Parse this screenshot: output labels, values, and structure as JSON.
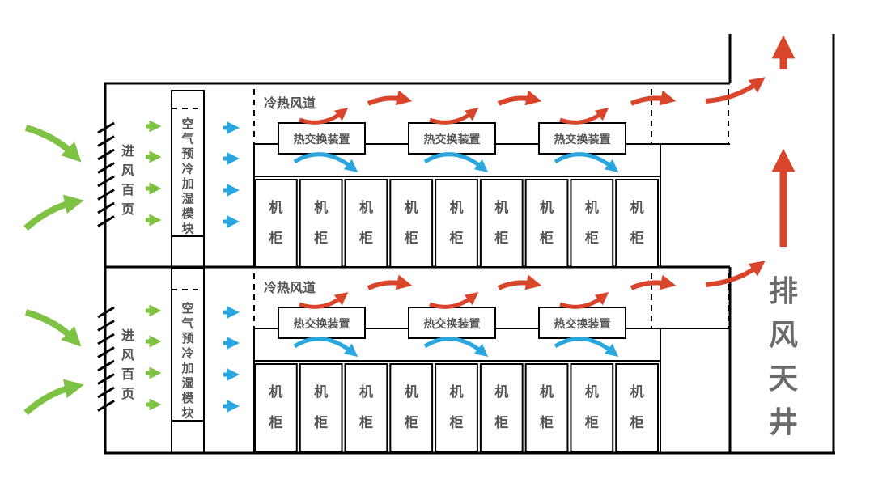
{
  "colors": {
    "intake_arrow": "#7dc242",
    "cool_arrow": "#2aa6df",
    "hot_arrow": "#d9452b",
    "label": "#6b6b6b",
    "wall": "#000000"
  },
  "rows": [
    {
      "intake_louver": "进风百页",
      "precool_module": "空气预冷加湿模块",
      "duct_label": "冷热风道",
      "heat_exchangers": [
        "热交换装置",
        "热交换装置",
        "热交换装置"
      ],
      "cabinet_top": "机",
      "cabinet_bottom": "柜",
      "cabinet_count": 9
    },
    {
      "intake_louver": "进风百页",
      "precool_module": "空气预冷加湿模块",
      "duct_label": "冷热风道",
      "heat_exchangers": [
        "热交换装置",
        "热交换装置",
        "热交换装置"
      ],
      "cabinet_top": "机",
      "cabinet_bottom": "柜",
      "cabinet_count": 9
    }
  ],
  "exhaust_shaft": "排风天井"
}
